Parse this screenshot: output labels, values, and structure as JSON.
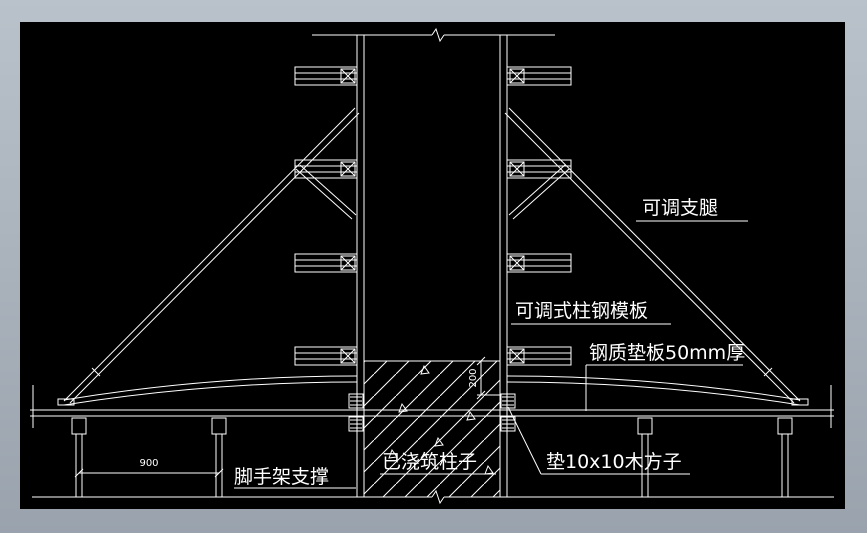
{
  "labels": {
    "adjustable_leg": "可调支腿",
    "adjustable_column_steel_formwork": "可调式柱钢模板",
    "steel_pad_plate": "钢质垫板50mm厚",
    "scaffold_support": "脚手架支撑",
    "poured_column": "已浇筑柱子",
    "timber_pad": "垫10x10木方子"
  },
  "dimensions": {
    "spacing": "900",
    "height": "200"
  }
}
